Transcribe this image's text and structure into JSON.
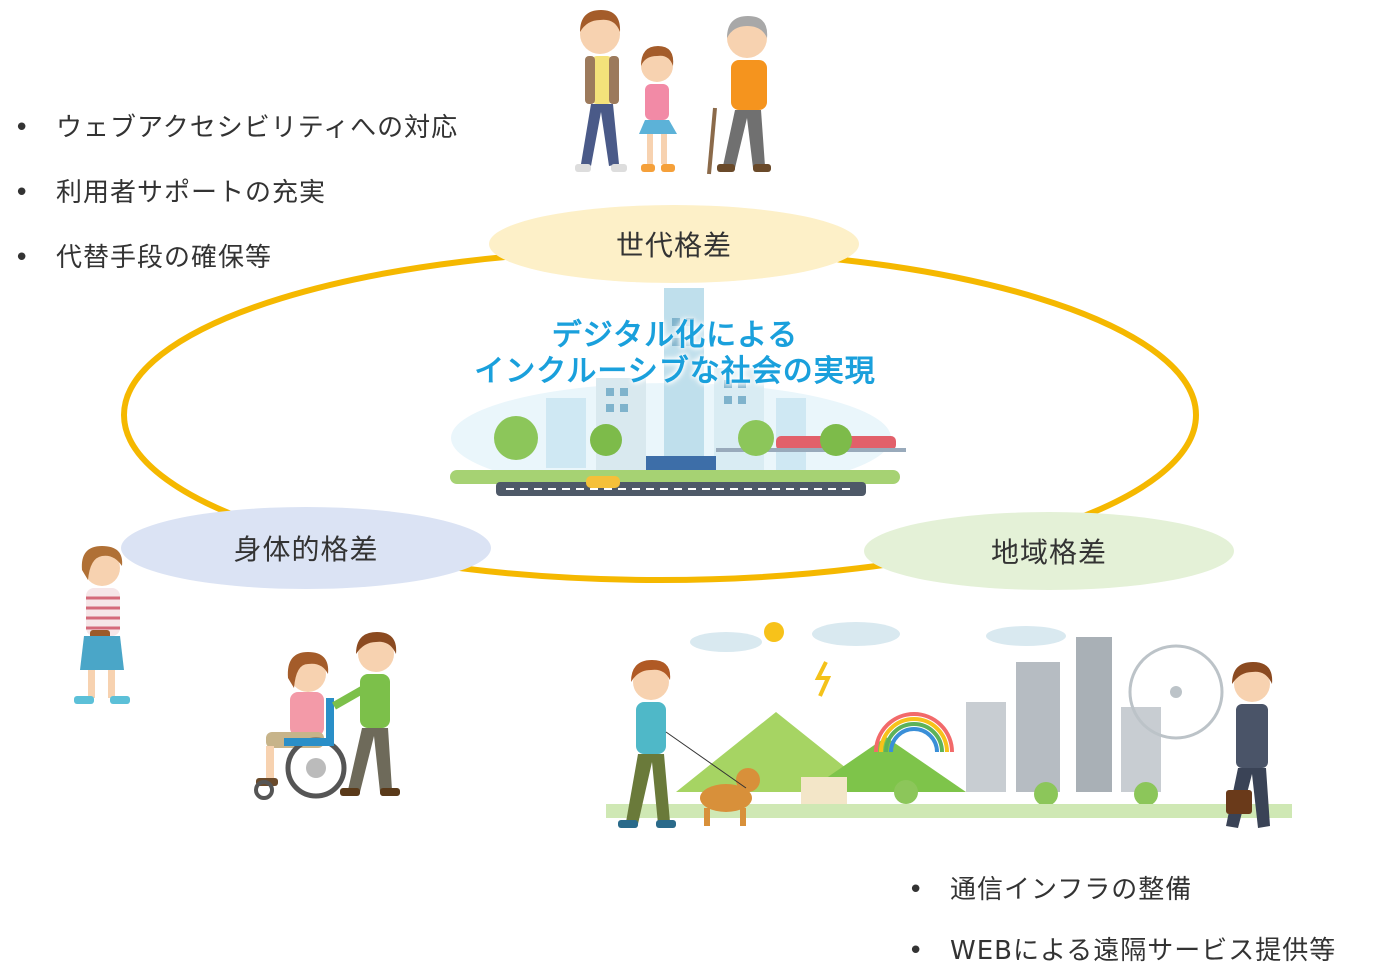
{
  "center": {
    "title_line1": "デジタル化による",
    "title_line2": "インクルーシブな社会の実現"
  },
  "gaps": {
    "generation": "世代格差",
    "physical": "身体的格差",
    "regional": "地域格差"
  },
  "left_bullets": [
    "ウェブアクセシビリティへの対応",
    "利用者サポートの充実",
    "代替手段の確保等"
  ],
  "right_bullets": [
    "通信インフラの整備",
    "WEBによる遠隔サービス提供等"
  ],
  "bullet_glyph": "•",
  "colors": {
    "ring": "#f5b800",
    "generation_fill": "#fdf0c8",
    "physical_fill": "#dbe3f4",
    "regional_fill": "#e4f1d7",
    "title": "#1aa0dc"
  },
  "illustrations": {
    "top": "family-walking-illustration",
    "center": "smart-city-illustration",
    "left": "woman-walking-illustration",
    "left_bottom": "wheelchair-assist-illustration",
    "right_bottom": "town-landscape-illustration"
  }
}
